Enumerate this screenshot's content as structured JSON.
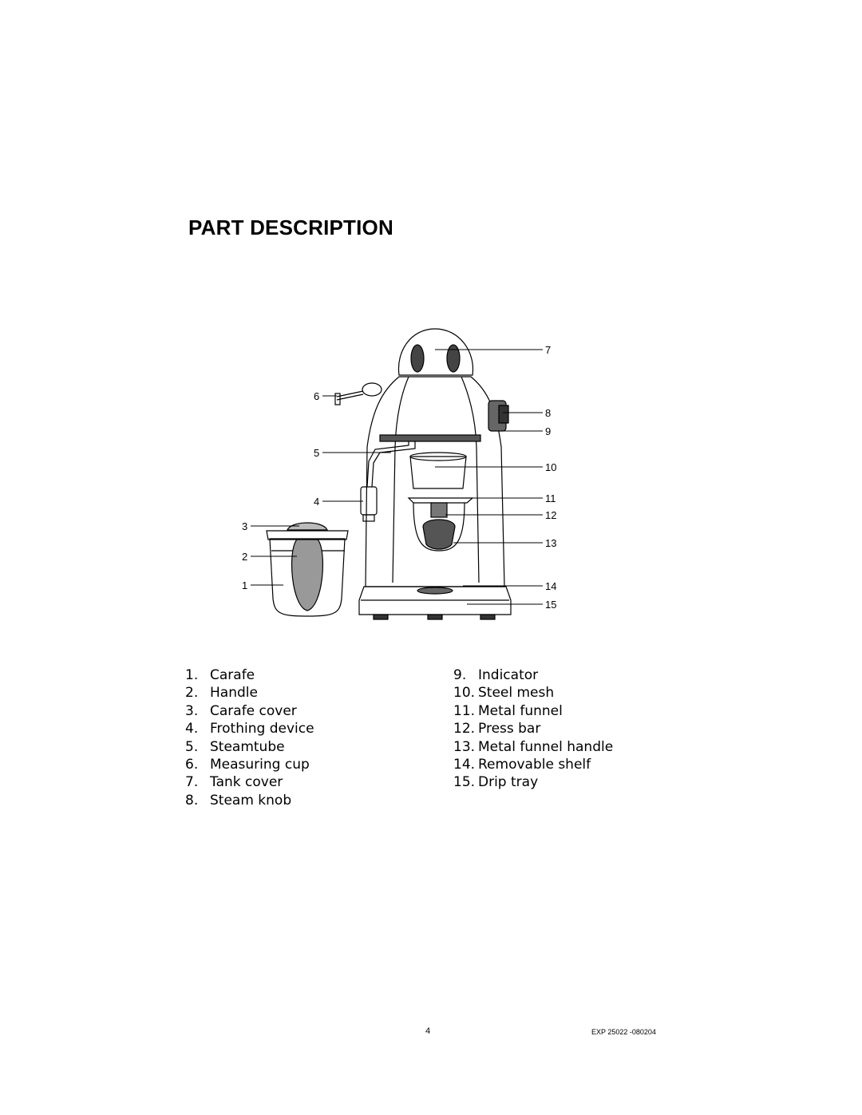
{
  "title": "PART DESCRIPTION",
  "diagram": {
    "callouts": [
      "1",
      "2",
      "3",
      "4",
      "5",
      "6",
      "7",
      "8",
      "9",
      "10",
      "11",
      "12",
      "13",
      "14",
      "15"
    ]
  },
  "parts_left": [
    {
      "num": "1.",
      "label": "Carafe"
    },
    {
      "num": "2.",
      "label": "Handle"
    },
    {
      "num": "3.",
      "label": "Carafe cover"
    },
    {
      "num": "4.",
      "label": "Frothing device"
    },
    {
      "num": "5.",
      "label": "Steamtube"
    },
    {
      "num": "6.",
      "label": "Measuring cup"
    },
    {
      "num": "7.",
      "label": "Tank cover"
    },
    {
      "num": "8.",
      "label": "Steam knob"
    }
  ],
  "parts_right": [
    {
      "num": "9.",
      "label": "Indicator"
    },
    {
      "num": "10.",
      "label": "Steel mesh"
    },
    {
      "num": "11.",
      "label": "Metal funnel"
    },
    {
      "num": "12.",
      "label": "Press bar"
    },
    {
      "num": "13.",
      "label": "Metal funnel handle"
    },
    {
      "num": "14.",
      "label": "Removable shelf"
    },
    {
      "num": "15.",
      "label": "Drip tray"
    }
  ],
  "footer": {
    "page_number": "4",
    "doc_code": "EXP 25022 -080204"
  }
}
